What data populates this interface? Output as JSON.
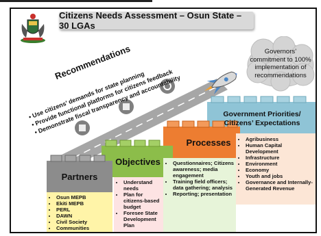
{
  "title": "Citizens Needs Assessment – Osun State – 30 LGAs",
  "cloud_text": "Governors’ commitment to 100% implementation of recommendations",
  "recommendations": {
    "heading": "Recommendations",
    "items": [
      "Use citizens’ demands for state planning",
      "Provide functional platforms for citizens feedback",
      "Demonstrate fiscal transparency and accountability"
    ]
  },
  "blocks": {
    "partners": {
      "label": "Partners",
      "items": [
        "Osun MEPB",
        "Ekiti MEPB",
        "PERL",
        "DAWN",
        "Civil Society",
        "Communities"
      ]
    },
    "objectives": {
      "label": "Objectives",
      "items": [
        "Understand needs",
        "Plan for citizens-based budget",
        "Foresee State Development Plan"
      ]
    },
    "processes": {
      "label": "Processes",
      "items": [
        "Questionnaires; Citizens awareness; media engagement",
        "Training field officers; data gathering; analysis",
        "Reporting; presentation"
      ]
    },
    "priorities": {
      "label_line1": "Government Priorities/",
      "label_line2": "Citizens’ Expectations",
      "items": [
        "Agribusiness",
        "Human Capital Development",
        "Infrastructure",
        "Environment",
        "Economy",
        "Youth and jobs",
        "Governance and Internally-Generated Revenue"
      ]
    }
  },
  "colors": {
    "partners": "#8c8c8c",
    "objectives": "#8cbd4a",
    "processes": "#ed7d31",
    "priorities": "#8fc4d6",
    "partners_box": "#fff4a8",
    "objectives_box": "#fde3e3",
    "processes_box": "#e7f4d9",
    "priorities_box": "#fce6d6"
  }
}
